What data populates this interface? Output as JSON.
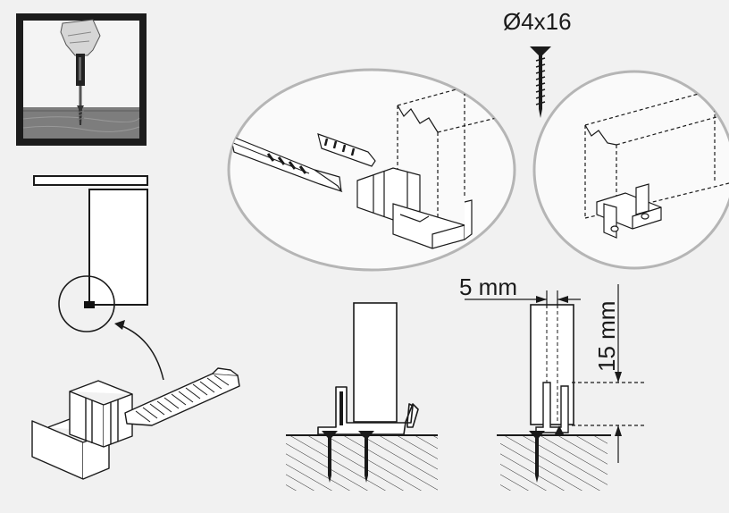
{
  "labels": {
    "screw_size": "Ø4x16",
    "gap_width": "5 mm",
    "clip_height": "15 mm"
  },
  "colors": {
    "background": "#f1f1f1",
    "line": "#1a1a1a",
    "detail_circle": "#b5b5b5",
    "wood": "#7a7a7a"
  }
}
